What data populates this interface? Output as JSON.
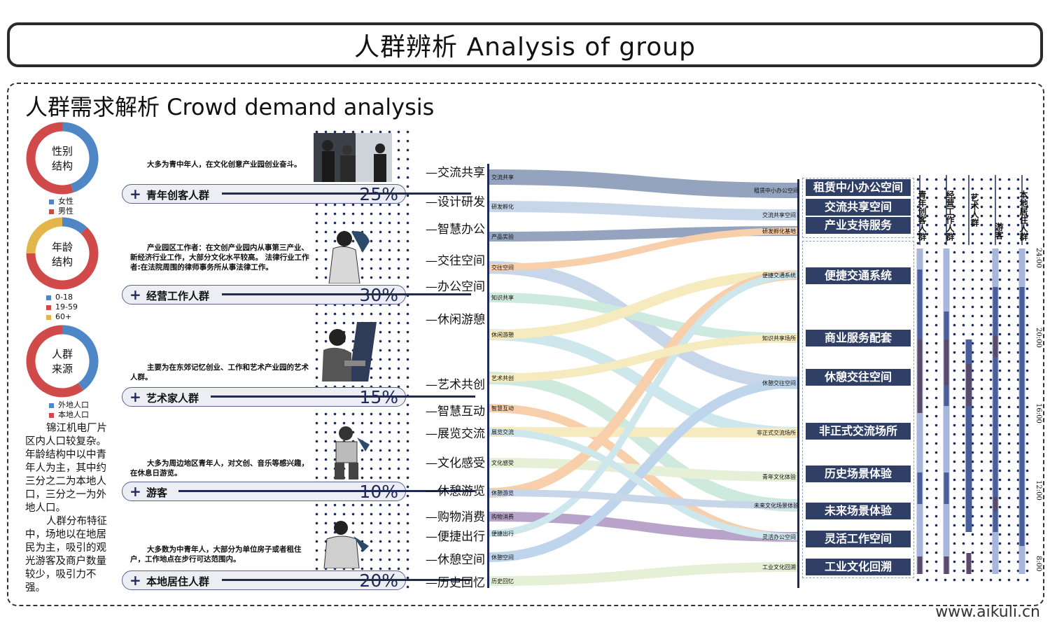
{
  "header": {
    "title": "人群辨析 Analysis of group"
  },
  "section": {
    "title": "人群需求解析   Crowd demand analysis"
  },
  "donuts": [
    {
      "label_line1": "性别",
      "label_line2": "结构",
      "segments": [
        {
          "name": "女性",
          "value": 45,
          "color": "#4f86c6"
        },
        {
          "name": "男性",
          "value": 55,
          "color": "#d04a4a"
        }
      ]
    },
    {
      "label_line1": "年龄",
      "label_line2": "结构",
      "segments": [
        {
          "name": "0-18",
          "value": 12,
          "color": "#4f86c6"
        },
        {
          "name": "19-59",
          "value": 63,
          "color": "#d04a4a"
        },
        {
          "name": "60+",
          "value": 25,
          "color": "#e2b64a"
        }
      ]
    },
    {
      "label_line1": "人群",
      "label_line2": "来源",
      "segments": [
        {
          "name": "外地人口",
          "value": 40,
          "color": "#4f86c6"
        },
        {
          "name": "本地人口",
          "value": 60,
          "color": "#d04a4a"
        }
      ]
    }
  ],
  "intro": {
    "p1": "锦江机电厂片区内人口较复杂。年龄结构中以中青年人为主，其中约三分之二为本地人口，三分之一为外地人口。",
    "p2": "人群分布特征中，场地以在地居民为主，吸引的观光游客及商户数量较少，吸引力不强。"
  },
  "groups": [
    {
      "name": "青年创客人群",
      "percent": "25%",
      "desc": "大多为青中年人，在文化创意产业园创业奋斗。"
    },
    {
      "name": "经营工作人群",
      "percent": "30%",
      "desc": "产业园区工作者：在文创产业园内从事第三产业、新经济行业工作，大部分文化水平较高。 法律行业工作者:在法院周围的律师事务所从事法律工作。"
    },
    {
      "name": "艺术家人群",
      "percent": "15%",
      "desc": "主要为在东郊记忆创业、工作和艺术产业园的艺术人群。"
    },
    {
      "name": "游客",
      "percent": "10%",
      "desc": "大多为周边地区青年人，对文创、音乐等感兴趣，在休息日游览。"
    },
    {
      "name": "本地居住人群",
      "percent": "20%",
      "desc": "大多数为中青年人，大部分为单位房子或者租住户，工作地点在步行可达范围内。"
    }
  ],
  "sankey": {
    "left": [
      {
        "label": "交流共享",
        "small": "交流共享"
      },
      {
        "label": "设计研发",
        "small": "研发孵化"
      },
      {
        "label": "智慧办公",
        "small": "产品实验"
      },
      {
        "label": "交往空间",
        "small": "交往空间"
      },
      {
        "label": "办公空间",
        "small": "知识共享"
      },
      {
        "label": "休闲游憩",
        "small": "休闲游憩"
      },
      {
        "label": "艺术共创",
        "small": "艺术共创"
      },
      {
        "label": "智慧互动",
        "small": "智慧互动"
      },
      {
        "label": "展览交流",
        "small": "展览交流"
      },
      {
        "label": "文化感受",
        "small": "文化感受"
      },
      {
        "label": "休憩游览",
        "small": "休憩游览"
      },
      {
        "label": "购物消费",
        "small": "购物消费"
      },
      {
        "label": "便捷出行",
        "small": "便捷出行"
      },
      {
        "label": "休憩空间",
        "small": "休憩空间"
      },
      {
        "label": "历史回忆",
        "small": "历史回忆"
      }
    ],
    "right_small": [
      "租赁中小办公空间",
      "交流共享空间",
      "研发孵化基地",
      "便捷交通系统",
      "知识共享场所",
      "休憩交往空间",
      "非正式交流场所",
      "青年文化体验",
      "未来文化场景体验",
      "灵活办公空间",
      "工业文化回溯"
    ],
    "right_labels": [
      "租赁中小办公空间",
      "交流共享空间",
      "产业支持服务",
      "便捷交通系统",
      "商业服务配套",
      "休憩交往空间",
      "非正式交流场所",
      "历史场景体验",
      "未来场景体验",
      "灵活工作空间",
      "工业文化回溯"
    ]
  },
  "schedule": {
    "columns": [
      "青年创客人群",
      "经营工作人群",
      "艺术人群",
      "游客",
      "本地居住人群"
    ],
    "times": [
      "24:00",
      "20:00",
      "16:00",
      "12:00",
      "8:00"
    ]
  },
  "watermark": "www.aikuli.cn",
  "colors": {
    "navy": "#2f3f66",
    "accent": "#1f2a57"
  }
}
